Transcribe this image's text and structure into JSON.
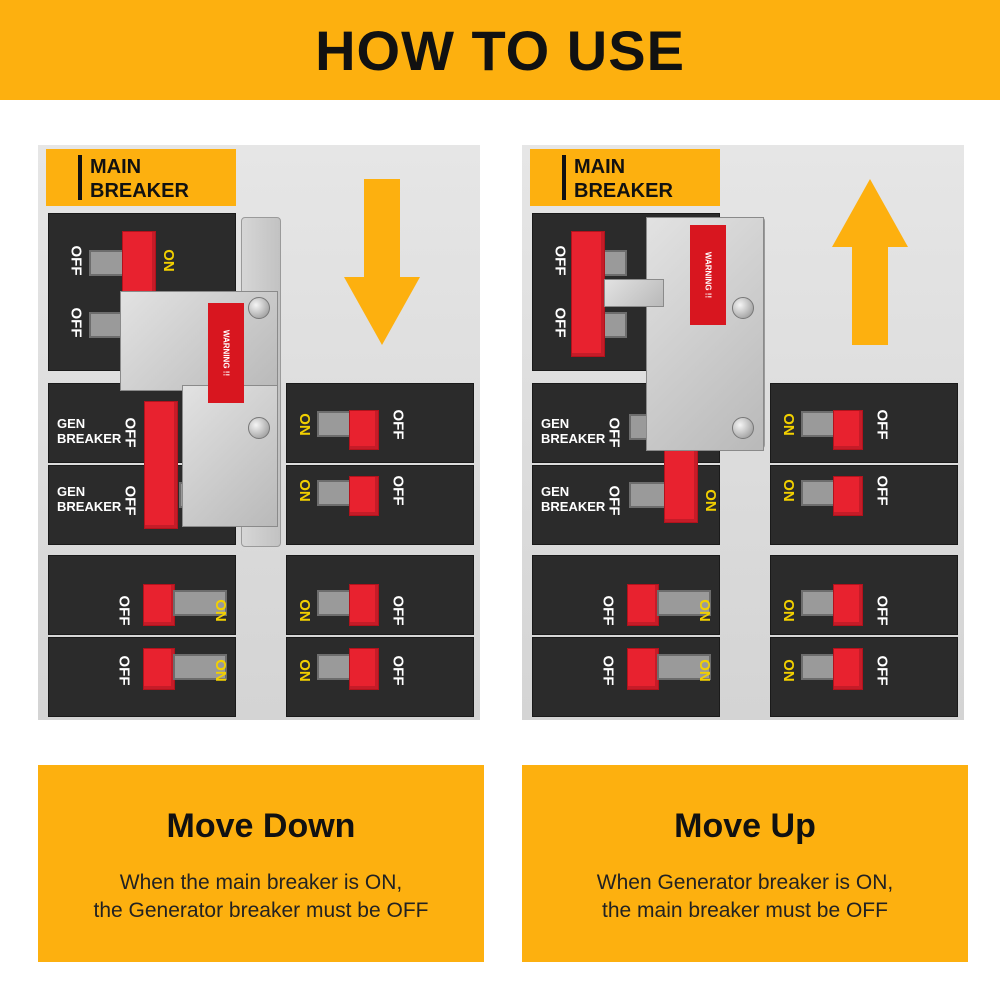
{
  "header": {
    "title": "HOW TO USE"
  },
  "panels": [
    {
      "main_label_line1": "MAIN",
      "main_label_line2": "BREAKER",
      "gen_label_line1": "GEN",
      "gen_label_line2": "BREAKER",
      "off_text": "OFF",
      "on_text": "ON",
      "warning_text": "WARNING !!",
      "arrow_direction": "down"
    },
    {
      "main_label_line1": "MAIN",
      "main_label_line2": "BREAKER",
      "gen_label_line1": "GEN",
      "gen_label_line2": "BREAKER",
      "off_text": "OFF",
      "on_text": "ON",
      "warning_text": "WARNING !!",
      "arrow_direction": "up"
    }
  ],
  "captions": [
    {
      "title": "Move Down",
      "line1": "When the main breaker is ON,",
      "line2": "the Generator breaker must be OFF"
    },
    {
      "title": "Move Up",
      "line1": "When Generator breaker is ON,",
      "line2": "the main breaker must be OFF"
    }
  ],
  "colors": {
    "accent": "#FDB00F",
    "handle": "#E8222F",
    "breaker_body": "#2B2B2B",
    "on_label": "#F2D000"
  }
}
